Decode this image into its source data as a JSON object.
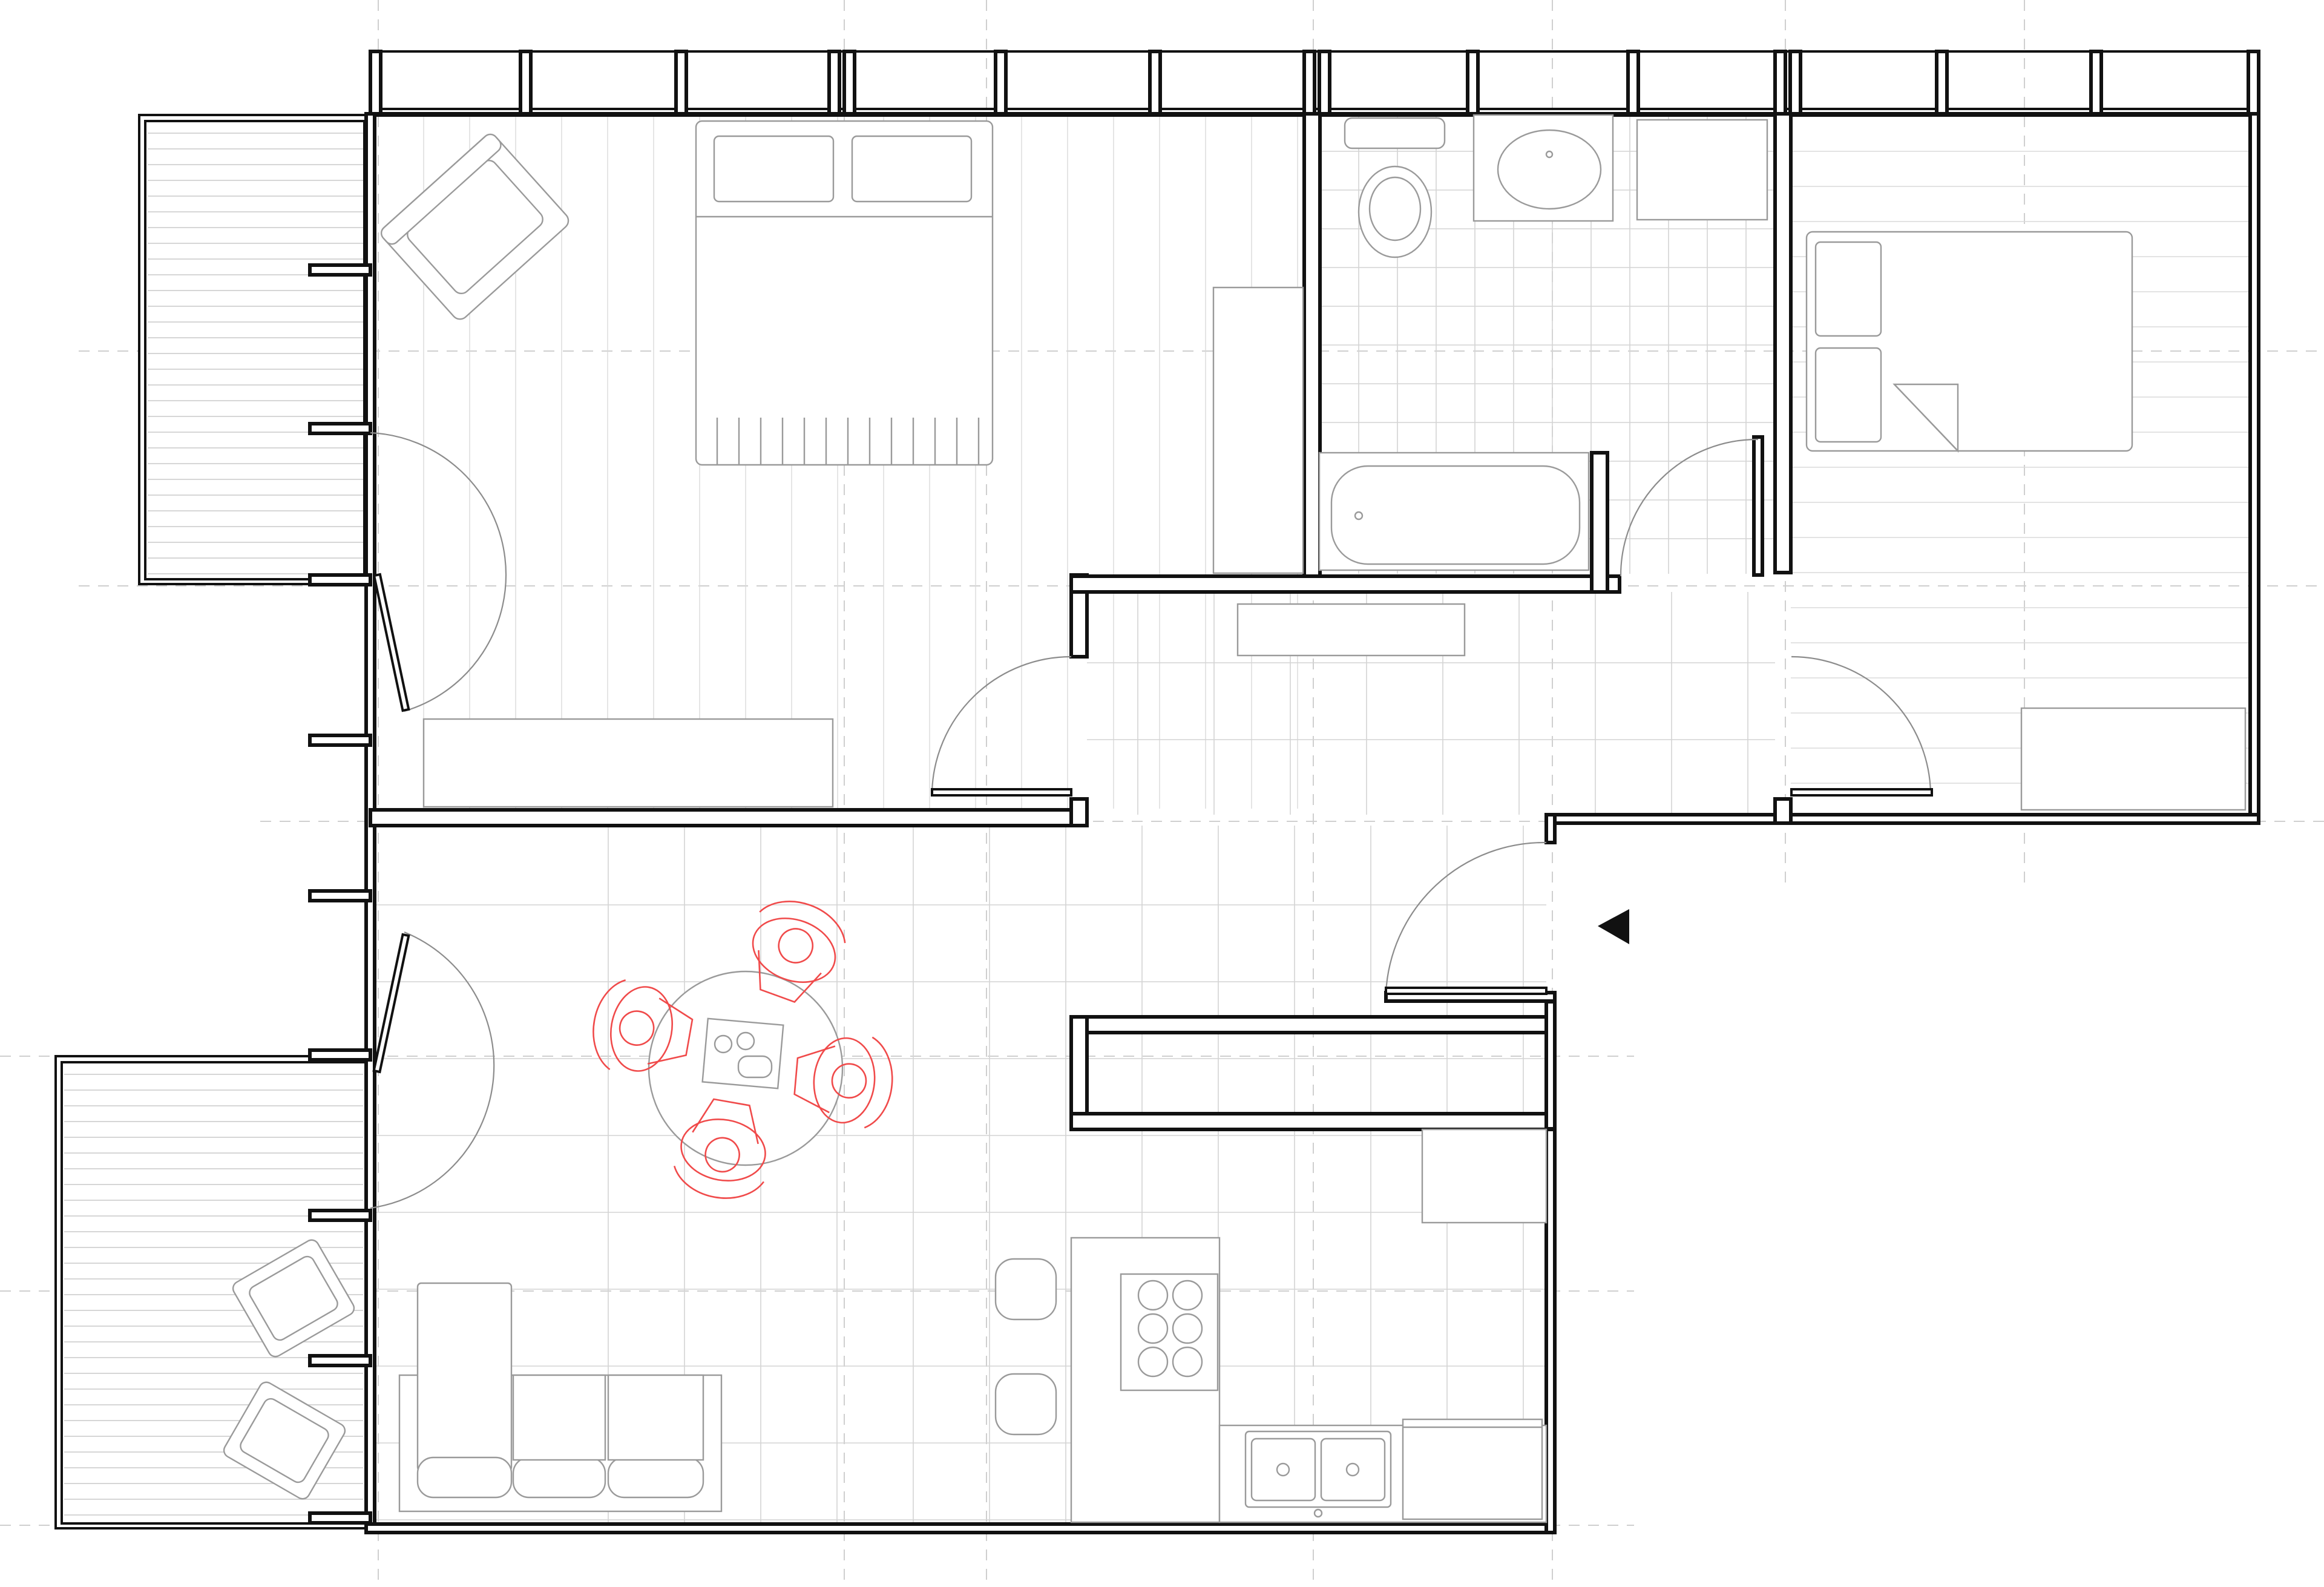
{
  "drawing": {
    "type": "apartment floor plan",
    "rooms": [
      "bedroom",
      "bathroom",
      "second-bedroom",
      "hallway",
      "living-dining",
      "kitchen",
      "balcony-upper",
      "balcony-lower"
    ],
    "colors": {
      "walls": "#111111",
      "furniture": "#9a9a9a",
      "people": "#f04a4a",
      "grid": "#d4d4d4",
      "axis": "#cfcfcf",
      "background": "#ffffff"
    },
    "entrance_marker": "triangle-arrow"
  }
}
